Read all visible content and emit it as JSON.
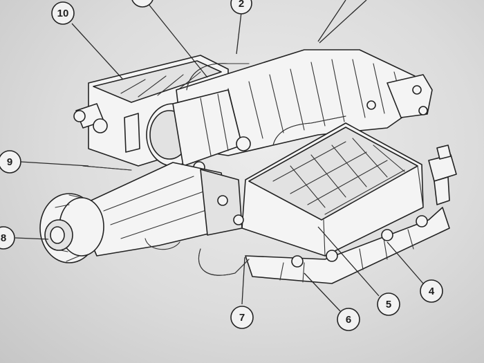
{
  "callouts": [
    {
      "label": "10"
    },
    {
      "label": "2"
    },
    {
      "label": "9"
    },
    {
      "label": "8"
    },
    {
      "label": "7"
    },
    {
      "label": "6"
    },
    {
      "label": "5"
    },
    {
      "label": "4"
    }
  ]
}
